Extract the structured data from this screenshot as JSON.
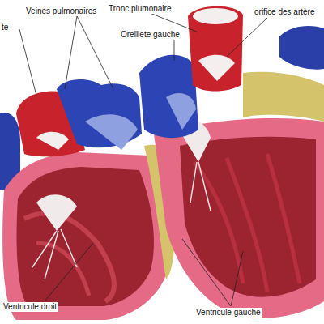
{
  "diagram": {
    "labels": [
      "te",
      "Veines pulmonaires",
      "Tronc plumonaire",
      "orifice des artère",
      "Oreillete gauche",
      "Ventricule droit",
      "Ventricule gauche"
    ]
  }
}
